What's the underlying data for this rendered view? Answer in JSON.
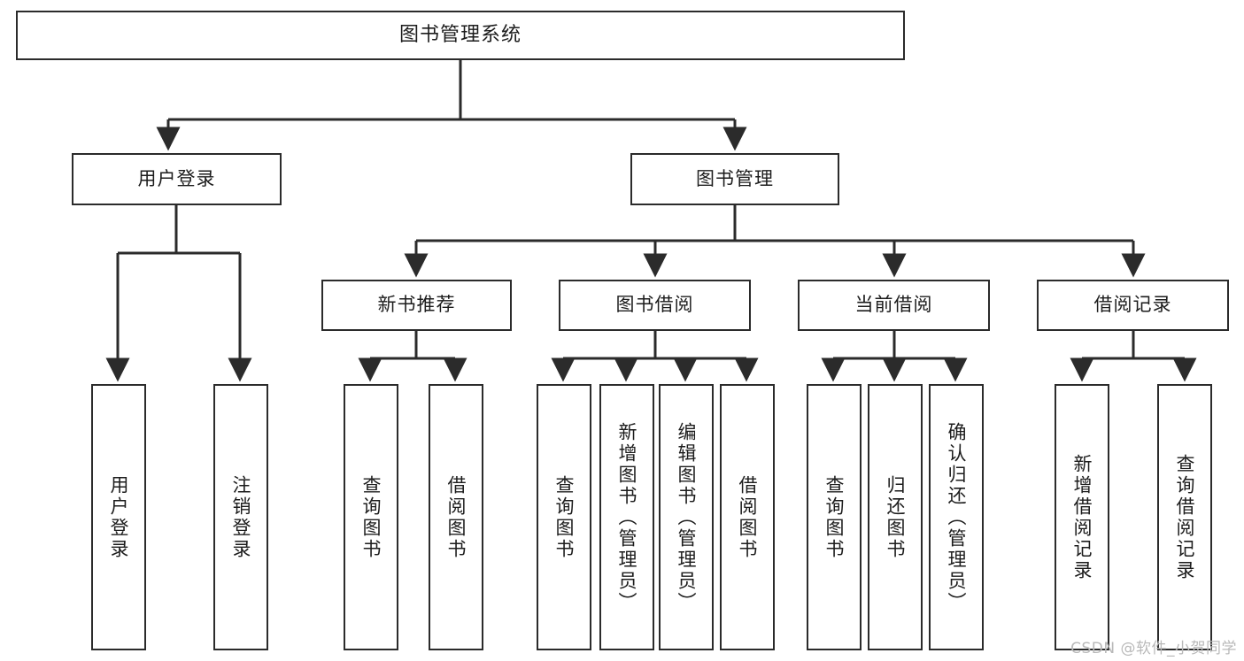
{
  "diagram": {
    "title": "图书管理系统",
    "type": "function-structure-tree",
    "colors": {
      "box_border": "#2b2b2b",
      "box_fill": "#ffffff",
      "connector": "#2b2b2b",
      "text": "#1c1c1c",
      "watermark": "#b9b9b9",
      "background": "#ffffff"
    },
    "root": {
      "id": "root",
      "label": "图书管理系统"
    },
    "level2": [
      {
        "id": "user-login",
        "label": "用户登录"
      },
      {
        "id": "book-manage",
        "label": "图书管理"
      }
    ],
    "level3": [
      {
        "id": "new-book-recommend",
        "label": "新书推荐"
      },
      {
        "id": "book-borrow",
        "label": "图书借阅"
      },
      {
        "id": "current-borrow",
        "label": "当前借阅"
      },
      {
        "id": "borrow-record",
        "label": "借阅记录"
      }
    ],
    "leaves": [
      {
        "id": "leaf-user-login",
        "label": "用户登录",
        "parent": "user-login"
      },
      {
        "id": "leaf-logout-login",
        "label": "注销登录",
        "parent": "user-login"
      },
      {
        "id": "leaf-query-book-1",
        "label": "查询图书",
        "parent": "new-book-recommend"
      },
      {
        "id": "leaf-borrow-book-1",
        "label": "借阅图书",
        "parent": "new-book-recommend"
      },
      {
        "id": "leaf-query-book-2",
        "label": "查询图书",
        "parent": "book-borrow"
      },
      {
        "id": "leaf-add-book",
        "label": "新增图书（管理员）",
        "parent": "book-borrow"
      },
      {
        "id": "leaf-edit-book",
        "label": "编辑图书（管理员）",
        "parent": "book-borrow"
      },
      {
        "id": "leaf-borrow-book-2",
        "label": "借阅图书",
        "parent": "book-borrow"
      },
      {
        "id": "leaf-query-book-3",
        "label": "查询图书",
        "parent": "current-borrow"
      },
      {
        "id": "leaf-return-book",
        "label": "归还图书",
        "parent": "current-borrow"
      },
      {
        "id": "leaf-confirm-return",
        "label": "确认归还（管理员）",
        "parent": "current-borrow"
      },
      {
        "id": "leaf-add-record",
        "label": "新增借阅记录",
        "parent": "borrow-record"
      },
      {
        "id": "leaf-query-record",
        "label": "查询借阅记录",
        "parent": "borrow-record"
      }
    ],
    "watermark": "CSDN @软件_小贺同学"
  }
}
